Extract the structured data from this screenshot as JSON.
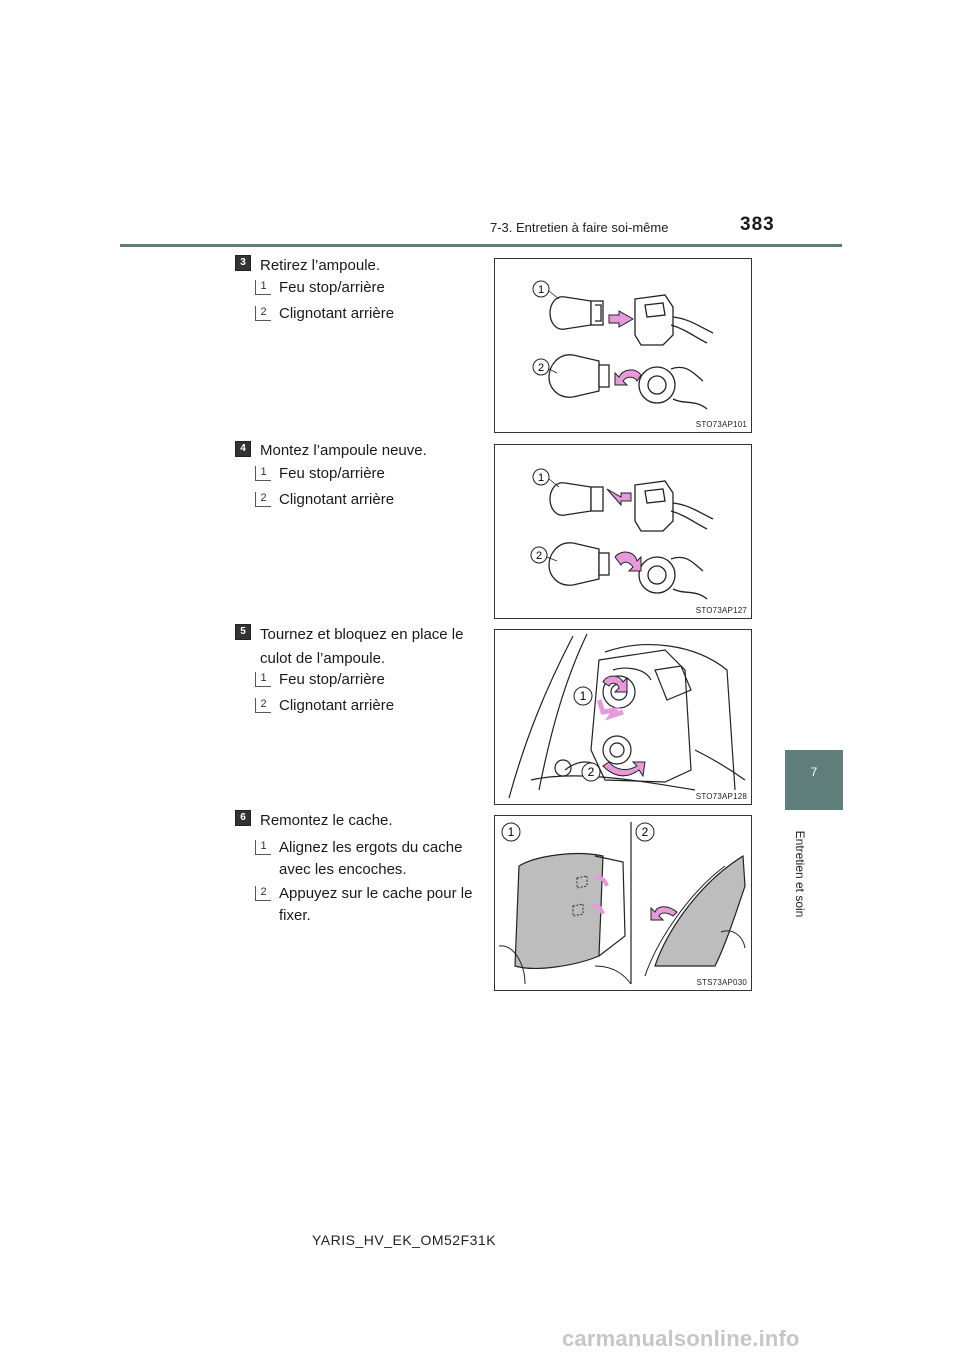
{
  "header": {
    "section": "7-3. Entretien à faire soi-même",
    "page_number": "383"
  },
  "side_tab": {
    "chapter": "7",
    "label": "Entretien et soin"
  },
  "steps": [
    {
      "number": "3",
      "text": "Retirez l’ampoule.",
      "items": [
        {
          "num": "1",
          "text": "Feu stop/arrière"
        },
        {
          "num": "2",
          "text": "Clignotant arrière"
        }
      ],
      "figure": {
        "code": "STO73AP101",
        "labels": [
          "1",
          "2"
        ]
      }
    },
    {
      "number": "4",
      "text": "Montez l’ampoule neuve.",
      "items": [
        {
          "num": "1",
          "text": "Feu stop/arrière"
        },
        {
          "num": "2",
          "text": "Clignotant arrière"
        }
      ],
      "figure": {
        "code": "STO73AP127",
        "labels": [
          "1",
          "2"
        ]
      }
    },
    {
      "number": "5",
      "text_line1": "Tournez et bloquez en place le",
      "text_line2": "culot de l’ampoule.",
      "items": [
        {
          "num": "1",
          "text": "Feu stop/arrière"
        },
        {
          "num": "2",
          "text": "Clignotant arrière"
        }
      ],
      "figure": {
        "code": "STO73AP128",
        "labels": [
          "1",
          "2"
        ]
      }
    },
    {
      "number": "6",
      "text": "Remontez le cache.",
      "items": [
        {
          "num": "1",
          "text_line1": "Alignez les ergots du cache",
          "text_line2": "avec les encoches."
        },
        {
          "num": "2",
          "text_line1": "Appuyez sur le cache pour le",
          "text_line2": "fixer."
        }
      ],
      "figure": {
        "code": "STS73AP030",
        "labels": [
          "1",
          "2"
        ]
      }
    }
  ],
  "footer": {
    "code": "YARIS_HV_EK_OM52F31K"
  },
  "watermark": {
    "text": "carmanualsonline.info"
  },
  "colors": {
    "accent": "#5f7e79",
    "arrow": "#e79ad9"
  }
}
